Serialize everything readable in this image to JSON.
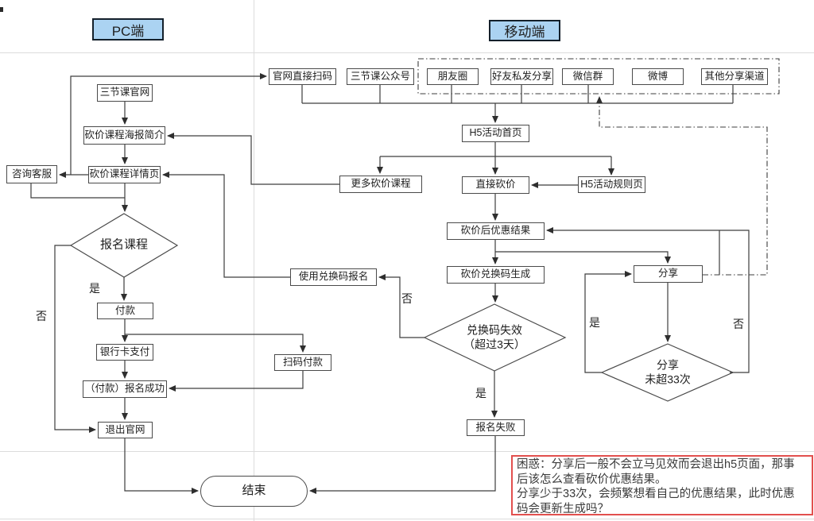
{
  "headers": {
    "pc": "PC端",
    "mobile": "移动端"
  },
  "colors": {
    "header_fill": "#abd3f2",
    "header_border": "#14202b",
    "box_border": "#4a4a4a",
    "connector": "#3d3d3d",
    "page_gridline": "#dcdcdc",
    "note_border": "#e2504e",
    "text": "#1f1f1f"
  },
  "pc": {
    "site": "三节课官网",
    "poster": "砍价课程海报简介",
    "detail": "砍价课程详情页",
    "support": "咨询客服",
    "enroll_decision": "报名课程",
    "yes": "是",
    "no": "否",
    "pay": "付款",
    "bank_pay": "银行卡支付",
    "scan_pay": "扫码付款",
    "enroll_success": "（付款）报名成功",
    "exit_site": "退出官网",
    "end": "结束"
  },
  "mobile": {
    "scan_qr": "官网直接扫码",
    "wechat_official": "三节课公众号",
    "share_channels": [
      "朋友圈",
      "好友私发分享",
      "微信群",
      "微博",
      "其他分享渠道"
    ],
    "h5_home": "H5活动首页",
    "more_courses": "更多砍价课程",
    "direct_bargain": "直接砍价",
    "h5_rules": "H5活动规则页",
    "bargain_result": "砍价后优惠结果",
    "code_generated": "砍价兑换码生成",
    "share": "分享",
    "code_expired_line1": "兑换码失效",
    "code_expired_line2": "（超过3天）",
    "share_limit_line1": "分享",
    "share_limit_line2": "未超33次",
    "use_code_enroll": "使用兑换码报名",
    "enroll_fail": "报名失败",
    "yes": "是",
    "no": "否"
  },
  "note": {
    "lines": [
      "困惑：分享后一般不会立马见效而会退出h5页面，那事",
      "后该怎么查看砍价优惠结果。",
      "分享少于33次，会频繁想看自己的优惠结果，此时优惠",
      "码会更新生成吗？"
    ]
  }
}
